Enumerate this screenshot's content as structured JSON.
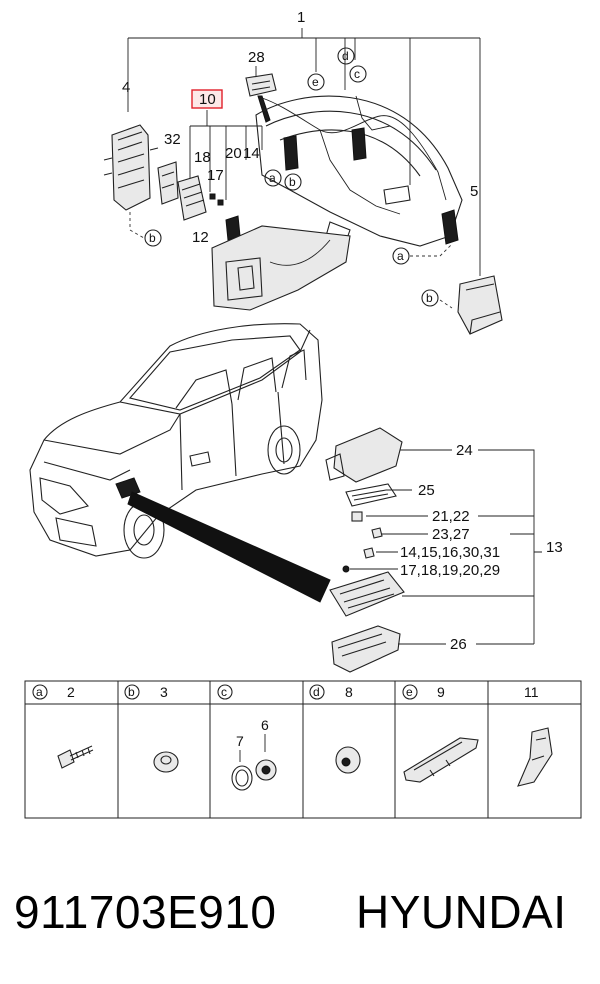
{
  "diagram": {
    "top_labels": {
      "assembly": "1",
      "part_4": "4",
      "part_5": "5",
      "part_28": "28",
      "part_10": "10",
      "part_32": "32",
      "part_18": "18",
      "part_20": "20",
      "part_14": "14",
      "part_17": "17",
      "part_12": "12"
    },
    "fuse_labels": {
      "part_24": "24",
      "part_25": "25",
      "part_21_22": "21,22",
      "part_23_27": "23,27",
      "part_14_15": "14,15,16,30,31",
      "part_17_18": "17,18,19,20,29",
      "part_13": "13",
      "part_26": "26"
    },
    "circle_markers": {
      "a": "a",
      "b": "b",
      "c": "c",
      "d": "d",
      "e": "e"
    },
    "highlight_color": "#e0202a"
  },
  "legend": {
    "cells": [
      {
        "letter": "a",
        "part": "2"
      },
      {
        "letter": "b",
        "part": "3"
      },
      {
        "letter": "c",
        "part": ""
      },
      {
        "letter": "d",
        "part": "8"
      },
      {
        "letter": "e",
        "part": "9"
      },
      {
        "letter": "",
        "part": "11"
      }
    ],
    "c_sub": {
      "left": "7",
      "right": "6"
    }
  },
  "footer": {
    "part_number": "911703E910",
    "brand": "HYUNDAI"
  }
}
